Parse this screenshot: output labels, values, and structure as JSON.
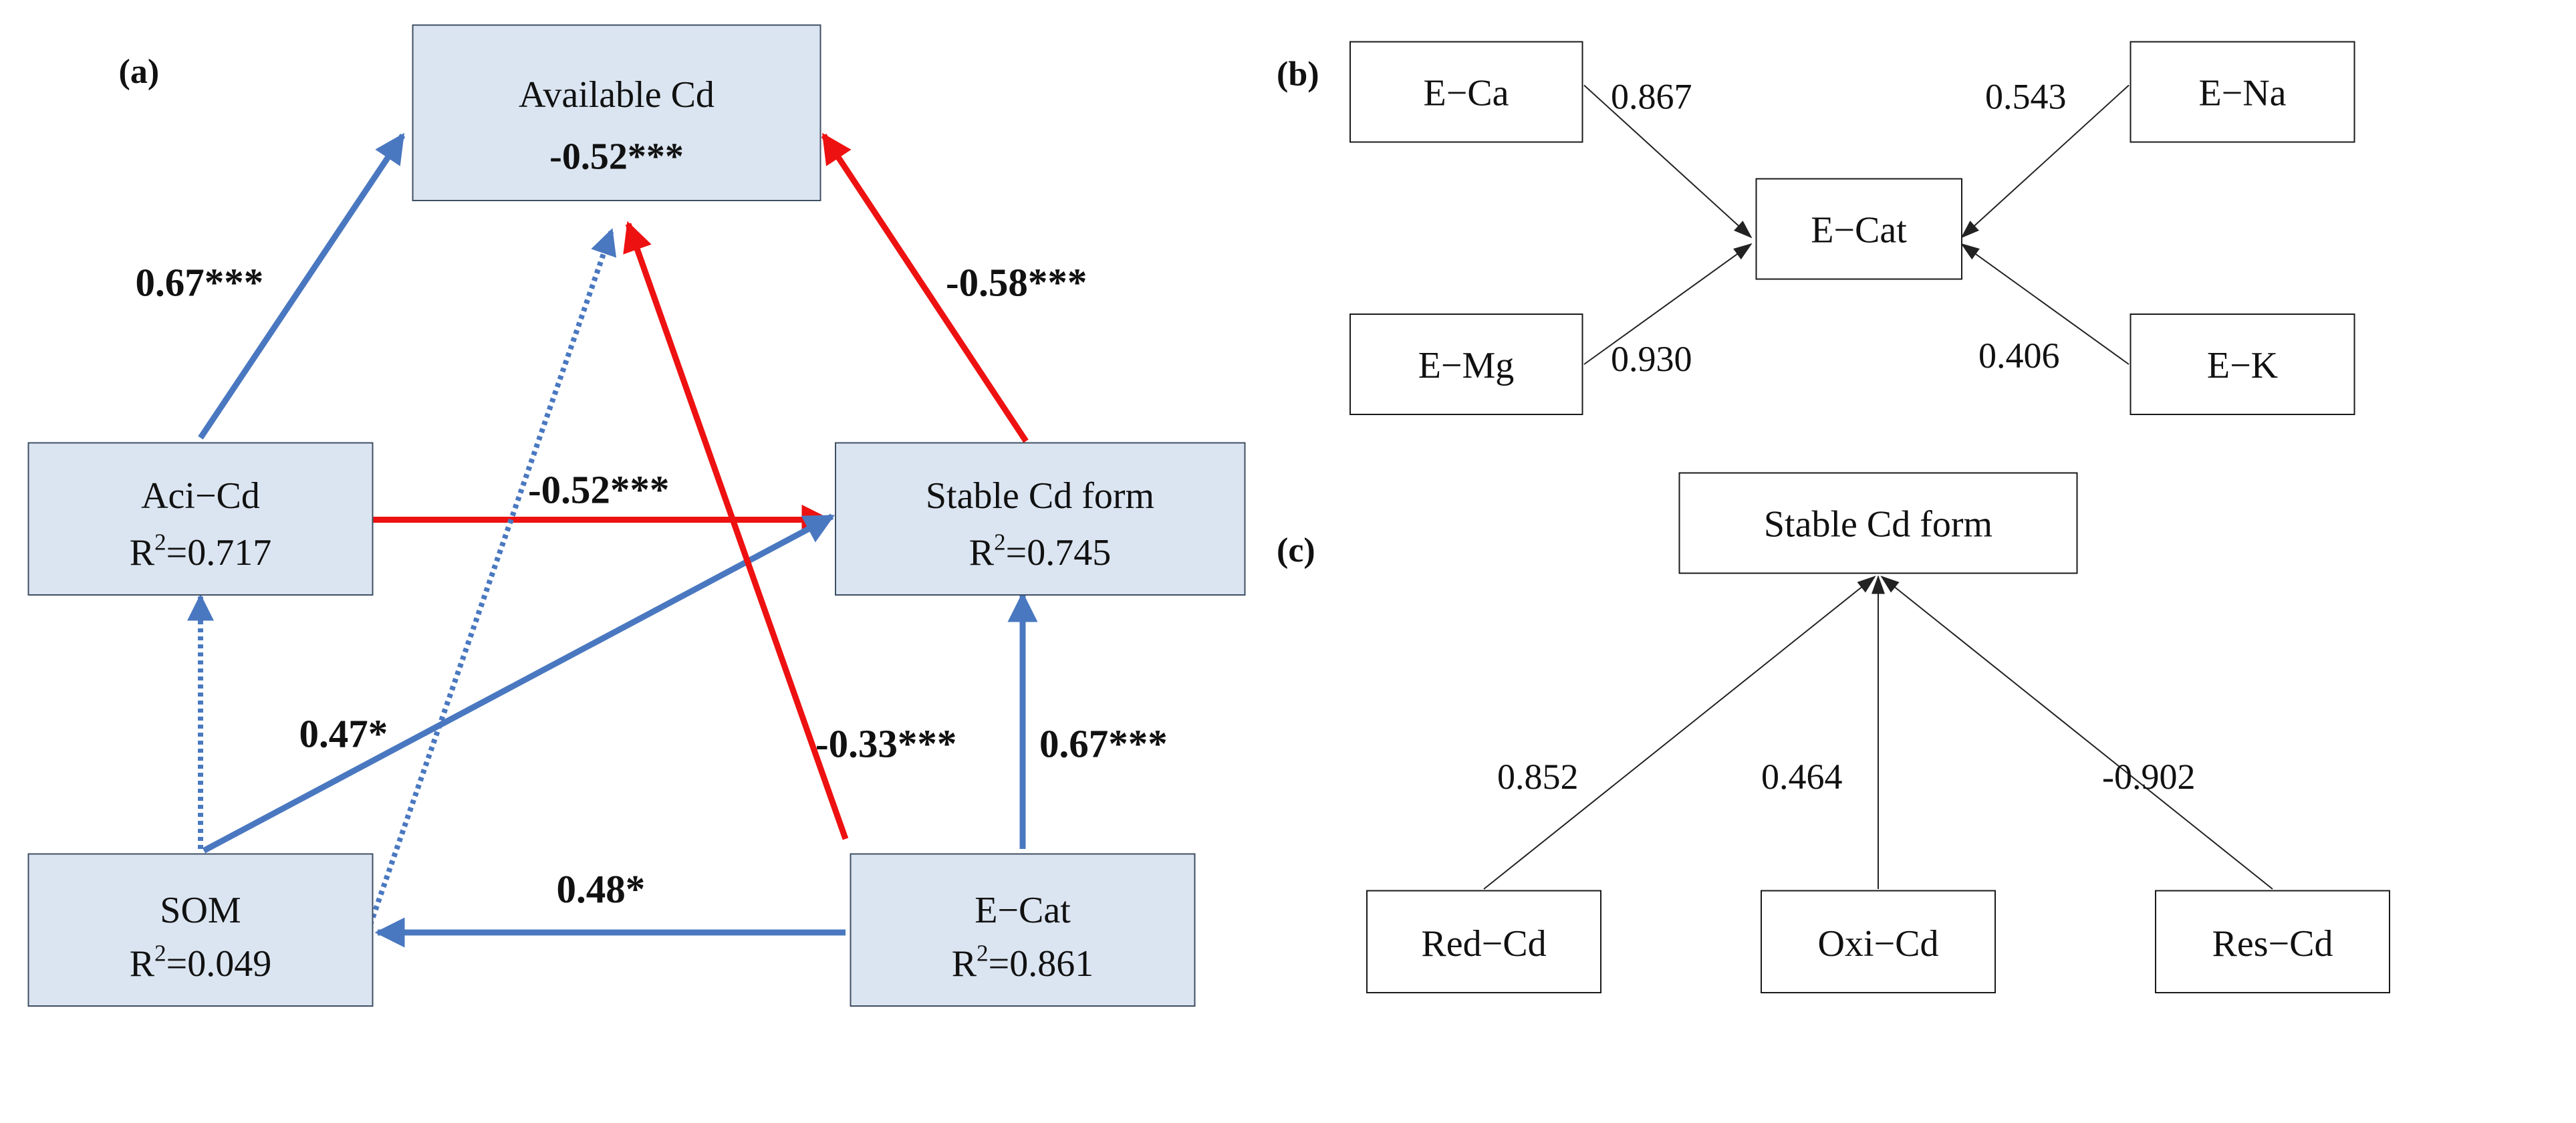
{
  "panel_a": {
    "label": "(a)",
    "nodes": {
      "available_cd": {
        "name": "Available Cd",
        "value": "-0.52***"
      },
      "aci_cd": {
        "name": "Aci−Cd",
        "r2_prefix": "R",
        "r2_sup": "2",
        "r2_value": "=0.717"
      },
      "stable_cd": {
        "name": "Stable Cd form",
        "r2_prefix": "R",
        "r2_sup": "2",
        "r2_value": "=0.745"
      },
      "som": {
        "name": "SOM",
        "r2_prefix": "R",
        "r2_sup": "2",
        "r2_value": "=0.049"
      },
      "e_cat": {
        "name": "E−Cat",
        "r2_prefix": "R",
        "r2_sup": "2",
        "r2_value": "=0.861"
      }
    },
    "paths": {
      "aci_to_available": "0.67***",
      "stable_to_available": "-0.58***",
      "aci_to_stable": "-0.52***",
      "som_to_stable": "0.47*",
      "ecat_to_available": "-0.33***",
      "ecat_to_stable": "0.67***",
      "ecat_to_som": "0.48*"
    },
    "colors": {
      "positive": "#4a78c0",
      "negative": "#ee1111",
      "box_fill": "#dbe5f1"
    }
  },
  "panel_b": {
    "label": "(b)",
    "center": "E−Cat",
    "indicators": {
      "e_ca": {
        "name": "E−Ca",
        "loading": "0.867"
      },
      "e_mg": {
        "name": "E−Mg",
        "loading": "0.930"
      },
      "e_na": {
        "name": "E−Na",
        "loading": "0.543"
      },
      "e_k": {
        "name": "E−K",
        "loading": "0.406"
      }
    }
  },
  "panel_c": {
    "label": "(c)",
    "center": "Stable Cd form",
    "indicators": {
      "red_cd": {
        "name": "Red−Cd",
        "loading": "0.852"
      },
      "oxi_cd": {
        "name": "Oxi−Cd",
        "loading": "0.464"
      },
      "res_cd": {
        "name": "Res−Cd",
        "loading": "-0.902"
      }
    }
  }
}
